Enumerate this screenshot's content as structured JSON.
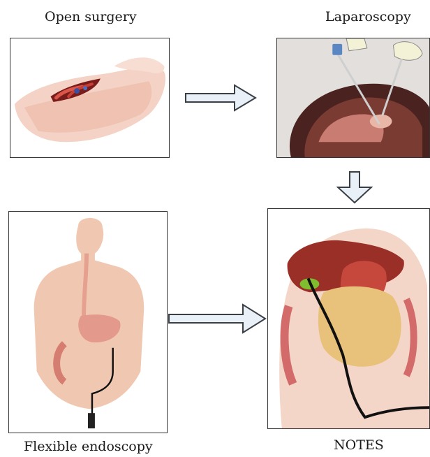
{
  "stages": {
    "open_surgery": {
      "label": "Open surgery"
    },
    "laparoscopy": {
      "label": "Laparoscopy"
    },
    "flexible_endoscopy": {
      "label": "Flexible endoscopy"
    },
    "notes": {
      "label": "NOTES"
    }
  },
  "colors": {
    "arrow_fill": "#e9f0f7",
    "arrow_stroke": "#3a3f46",
    "skin": "#f2c9b8",
    "organ_red": "#b3322b",
    "liver": "#8e2a24",
    "intestine": "#e7c27a",
    "gallbladder": "#7fbf2f"
  }
}
